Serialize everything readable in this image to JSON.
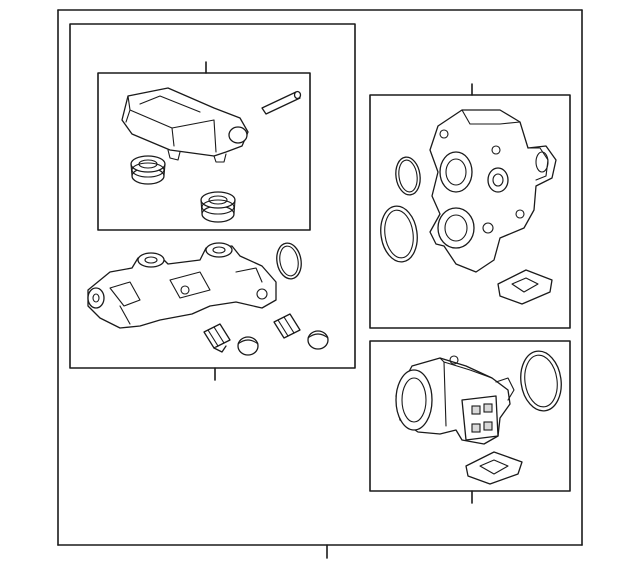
{
  "diagram": {
    "boxes": [
      "outer-frame",
      "master-cylinder-assembly",
      "reservoir-kit",
      "pump-housing",
      "motor-assembly"
    ],
    "leader_lines": 5
  }
}
